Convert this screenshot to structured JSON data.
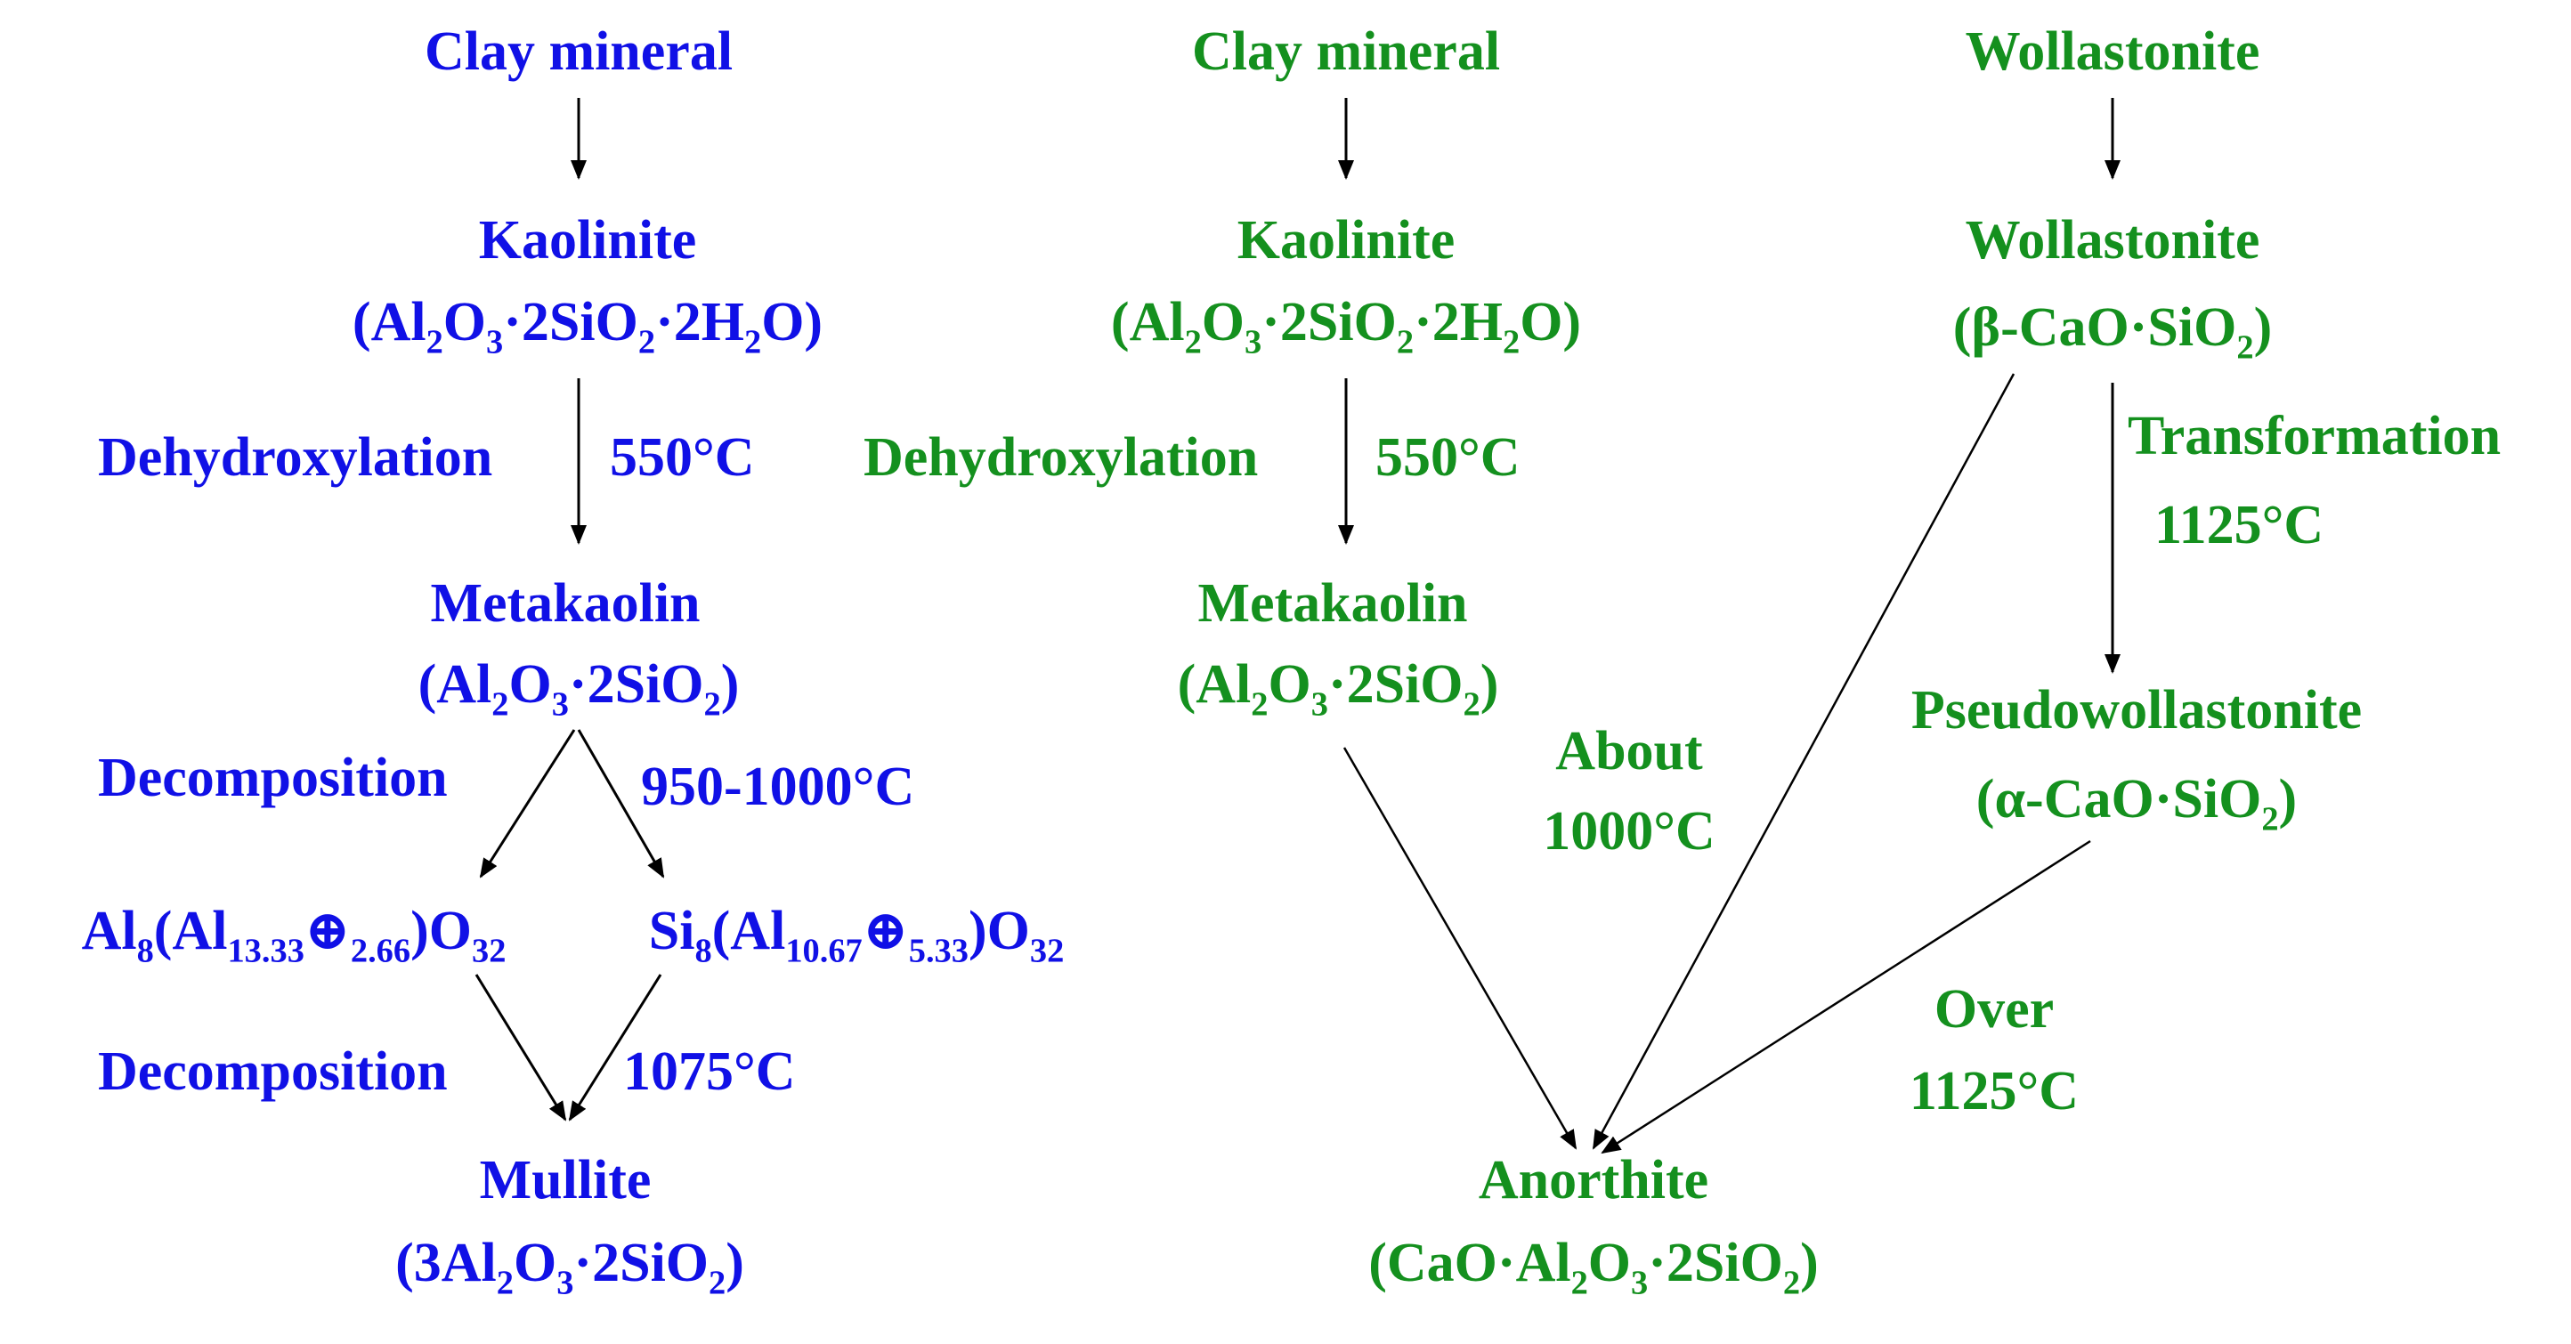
{
  "colors": {
    "blue": "#1010e6",
    "green": "#14901e",
    "arrow": "#000000"
  },
  "left": {
    "clay": "Clay mineral",
    "kaolinite": "Kaolinite",
    "kaolinite_formula": [
      "(Al",
      "2",
      "O",
      "3",
      "·2SiO",
      "2",
      "·2H",
      "2",
      "O)"
    ],
    "dehydroxylation": "Dehydroxylation",
    "temp_550": "550°C",
    "metakaolin": "Metakaolin",
    "metakaolin_formula": [
      "(Al",
      "2",
      "O",
      "3",
      "·2SiO",
      "2",
      ")"
    ],
    "decomposition_1": "Decomposition",
    "temp_950": "950-1000°C",
    "al_spinel": [
      "Al",
      "8",
      "(Al",
      "13.33",
      "⊕",
      "2.66",
      ")O",
      "32"
    ],
    "si_spinel": [
      "Si",
      "8",
      "(Al",
      "10.67",
      "⊕",
      "5.33",
      ")O",
      "32"
    ],
    "decomposition_2": "Decomposition",
    "temp_1075": "1075°C",
    "mullite": "Mullite",
    "mullite_formula": [
      "(3Al",
      "2",
      "O",
      "3",
      "·2SiO",
      "2",
      ")"
    ]
  },
  "right": {
    "clay": "Clay mineral",
    "kaolinite": "Kaolinite",
    "kaolinite_formula": [
      "(Al",
      "2",
      "O",
      "3",
      "·2SiO",
      "2",
      "·2H",
      "2",
      "O)"
    ],
    "dehydroxylation": "Dehydroxylation",
    "temp_550": "550°C",
    "metakaolin": "Metakaolin",
    "metakaolin_formula": [
      "(Al",
      "2",
      "O",
      "3",
      "·2SiO",
      "2",
      ")"
    ],
    "about": "About",
    "temp_1000": "1000°C",
    "wollastonite_top": "Wollastonite",
    "wollastonite": "Wollastonite",
    "beta_formula": [
      "(β-CaO·SiO",
      "2",
      ")"
    ],
    "transformation": "Transformation",
    "temp_1125": "1125°C",
    "pseudowollastonite": "Pseudowollastonite",
    "alpha_formula": [
      "(α-CaO·SiO",
      "2",
      ")"
    ],
    "over": "Over",
    "temp_over_1125": "1125°C",
    "anorthite": "Anorthite",
    "anorthite_formula": [
      "(CaO·Al",
      "2",
      "O",
      "3",
      "·2SiO",
      "2",
      ")"
    ]
  }
}
